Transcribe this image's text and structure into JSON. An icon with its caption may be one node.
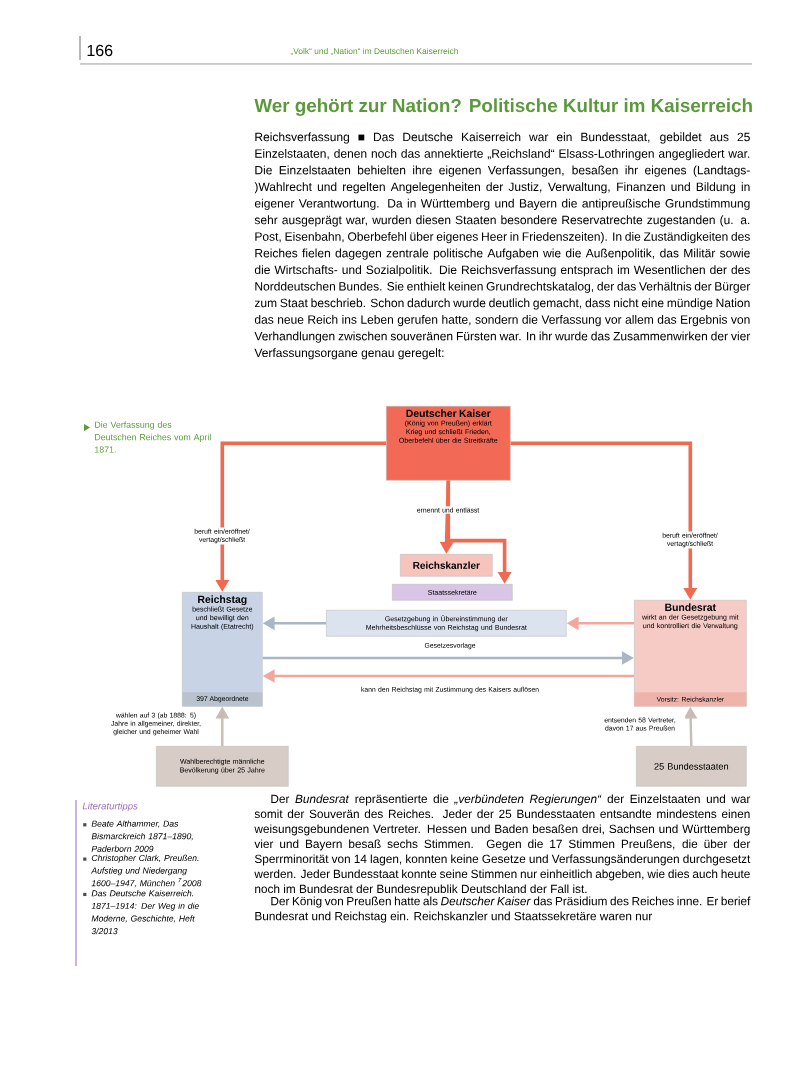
{
  "diagram": {
    "title": "Wer gehört zur Nation? Politische Kultur im Kaiserreich",
    "nodes": [
      {
        "text": [
          "Deutscher Kaiser",
          "(König von Preußen) erklärt Krieg und schließt Frieden, Oberbefehl über die Streitkräfte"
        ]
      },
      {
        "text": [
          "Reichskanzler"
        ]
      },
      {
        "text": [
          "Staatssekretäre"
        ]
      },
      {
        "text": [
          "Reichstag",
          "beschließt Gesetze und bewilligt den Haushalt (Etatrecht)",
          "397 Abgeordnete"
        ]
      },
      {
        "text": [
          "Gesetzgebung in Übereinstimmung der Mehrheitsbeschlüsse von Reichstag und Bundesrat"
        ]
      },
      {
        "text": [
          "Bundesrat",
          "wirkt an der Gesetzgebung mit und kontrolliert die Verwaltung",
          "Vorsitz: Reichskanzler"
        ]
      },
      {
        "text": [
          "Wahlberechtigte männliche Bevölkerung über 25 Jahre"
        ]
      },
      {
        "text": [
          "25 Bundesstaaten"
        ]
      }
    ],
    "edges": [
      {
        "from": 0,
        "to": 3,
        "arrow": "to",
        "label": "beruft ein/eröffnet/ vertagt/schließt"
      },
      {
        "from": 0,
        "to": 5,
        "arrow": "to",
        "label": "beruft ein/eröffnet/ vertagt/schließt"
      },
      {
        "from": 0,
        "to": 1,
        "arrow": "to",
        "label": "ernennt und entlässt"
      },
      {
        "from": 0,
        "to": 2,
        "arrow": "to"
      },
      {
        "from": 5,
        "to": 4,
        "arrow": "to",
        "color": "#f2a79d"
      },
      {
        "from": 4,
        "to": 3,
        "arrow": "to",
        "color": "#aab6c6"
      },
      {
        "from": 3,
        "to": 5,
        "arrow": "to",
        "label": "Gesetzesvorlage",
        "color": "#aab6c6"
      },
      {
        "from": 5,
        "to": 3,
        "arrow": "to",
        "label": "kann den Reichstag mit Zustimmung des Kaisers auflösen",
        "color": "#f2a79d"
      },
      {
        "from": 6,
        "to": 3,
        "arrow": "to",
        "label": "wählen auf 3 (ab 1888: 5) Jahre in allgemeiner, direkter, gleicher und geheimer Wahl",
        "color": "#c8bcb3"
      },
      {
        "from": 7,
        "to": 5,
        "arrow": "to",
        "label": "entsenden 58 Vertreter, davon 17 aus Preußen",
        "color": "#c8bcb3"
      }
    ],
    "labels": [
      "166",
      "„Volk“ und „Nation“ im Deutschen Kaiserreich",
      "Reichsverfassung ■ Das Deutsche Kaiserreich war ein Bundesstaat, gebildet aus 25 Einzelstaaten, denen noch das annektierte „Reichsland“ Elsass-Lothringen angegliedert war. Die Einzelstaaten behielten ihre eigenen Verfassungen, besaßen ihr eigenes (Landtags-)Wahlrecht und regelten Angelegenheiten der Justiz, Verwaltung, Finanzen und Bildung in eigener Verantwortung. Da in Württemberg und Bayern die antipreußische Grundstimmung sehr ausgeprägt war, wurden diesen Staaten besondere Reservatrechte zugestanden (u. a. Post, Eisenbahn, Oberbefehl über eigenes Heer in Friedenszeiten). In die Zuständigkeiten des Reiches fielen dagegen zentrale politische Aufgaben wie die Außenpolitik, das Militär sowie die Wirtschafts- und Sozialpolitik. Die Reichsverfassung entsprach im Wesentlichen der des Norddeutschen Bundes. Sie enthielt keinen Grundrechtskatalog, der das Verhältnis der Bürger zum Staat beschrieb. Schon dadurch wurde deutlich gemacht, dass nicht eine mündige Nation das neue Reich ins Leben gerufen hatte, sondern die Verfassung vor allem das Ergebnis von Verhandlungen zwischen souveränen Fürsten war. In ihr wurde das Zusammenwirken der vier Verfassungsorgane genau geregelt:",
      "Die Verfassung des Deutschen Reiches vom April 1871.",
      "Der *Bundesrat* repräsentierte die *„verbündeten Regierungen“* der Einzelstaaten und war somit der Souverän des Reiches. Jeder der 25 Bundesstaaten entsandte mindestens einen weisungsgebundenen Vertreter. Hessen und Baden besaßen drei, Sachsen und Württemberg vier und Bayern besaß sechs Stimmen. Gegen die 17 Stimmen Preußens, die über der Sperrminorität von 14 lagen, konnten keine Gesetze und Verfassungsänderungen durchgesetzt werden. Jeder Bundesstaat konnte seine Stimmen nur einheitlich abgeben, wie dies auch heute noch im Bundesrat der Bundesrepublik Deutschland der Fall ist.",
      "Der König von Preußen hatte als *Deutscher Kaiser* das Präsidium des Reiches inne. Er berief Bundesrat und Reichstag ein. Reichskanzler und Staatssekretäre waren nur",
      "Literaturtipps",
      "Beate Althammer, Das Bismarckreich 1871–1890, Paderborn 2009",
      "Christopher Clark, Preußen. Aufstieg und Niedergang 1600–1947, München $^{7}$2008",
      "Das Deutsche Kaiserreich. 1871–1914: Der Weg in die Moderne, Geschichte, Heft 3/2013"
    ]
  }
}
